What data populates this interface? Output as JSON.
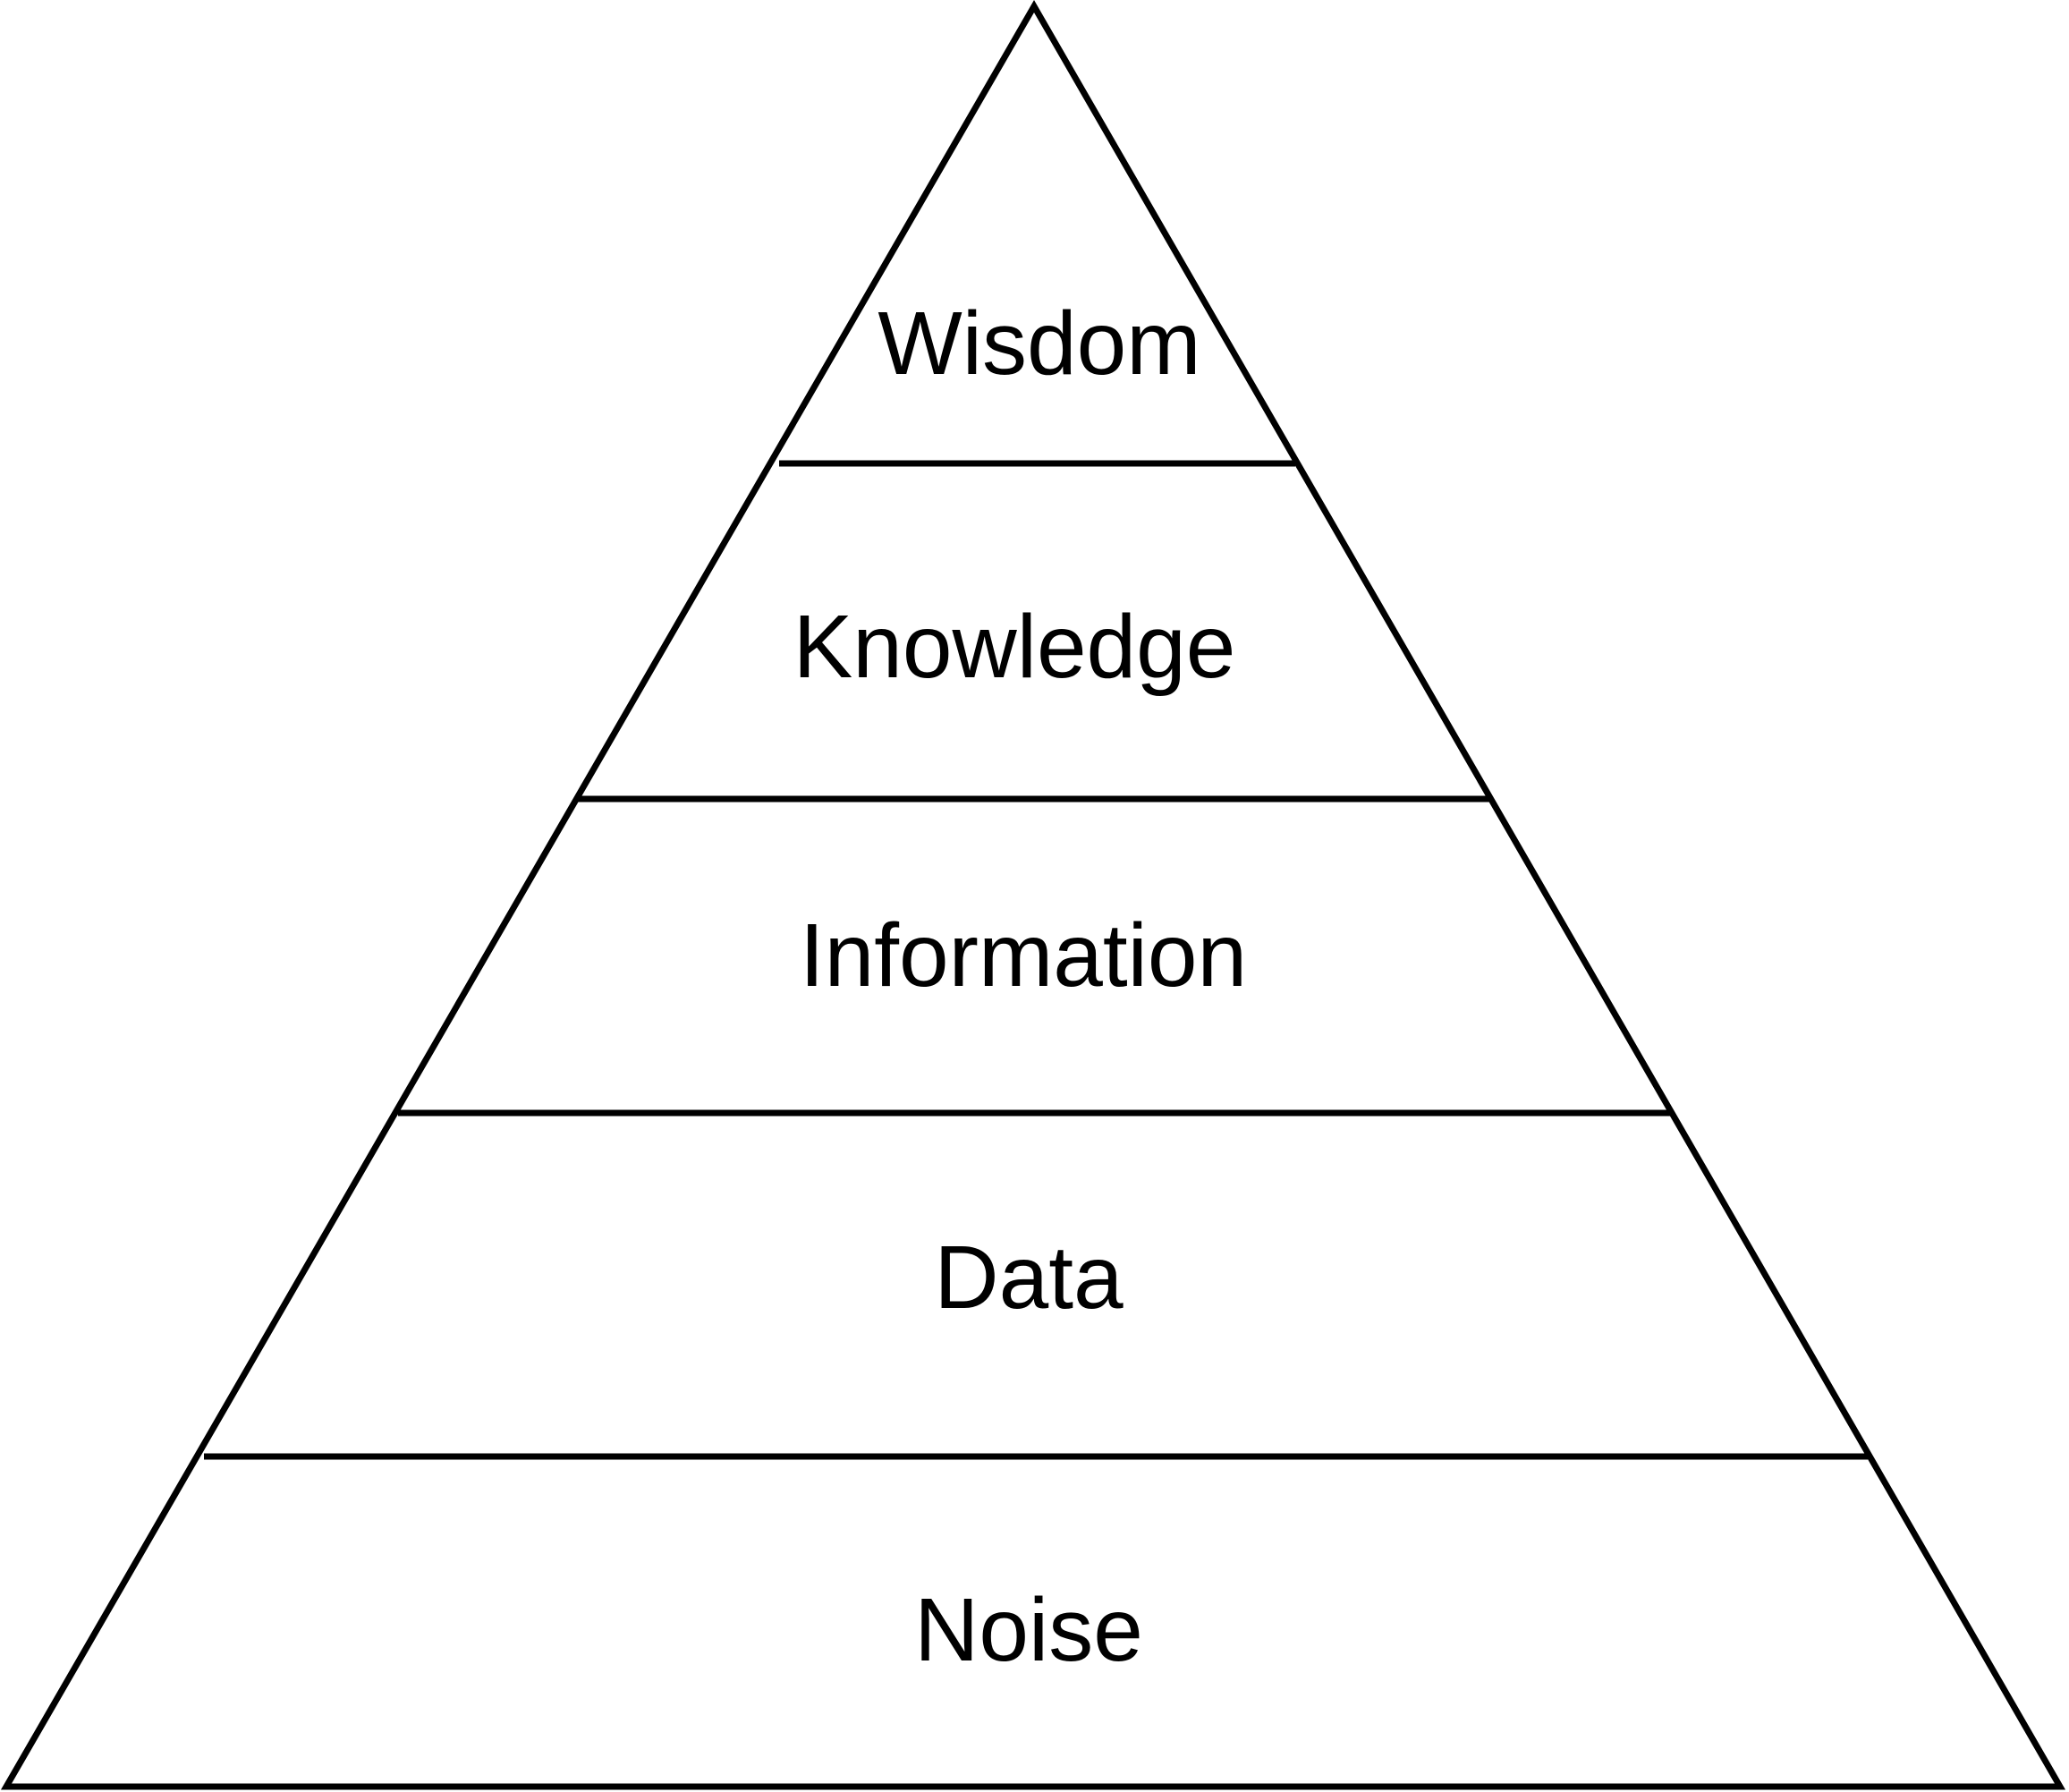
{
  "diagram": {
    "levels": [
      "Wisdom",
      "Knowledge",
      "Information",
      "Data",
      "Noise"
    ],
    "line_color": "#000000",
    "background_color": "#ffffff"
  }
}
